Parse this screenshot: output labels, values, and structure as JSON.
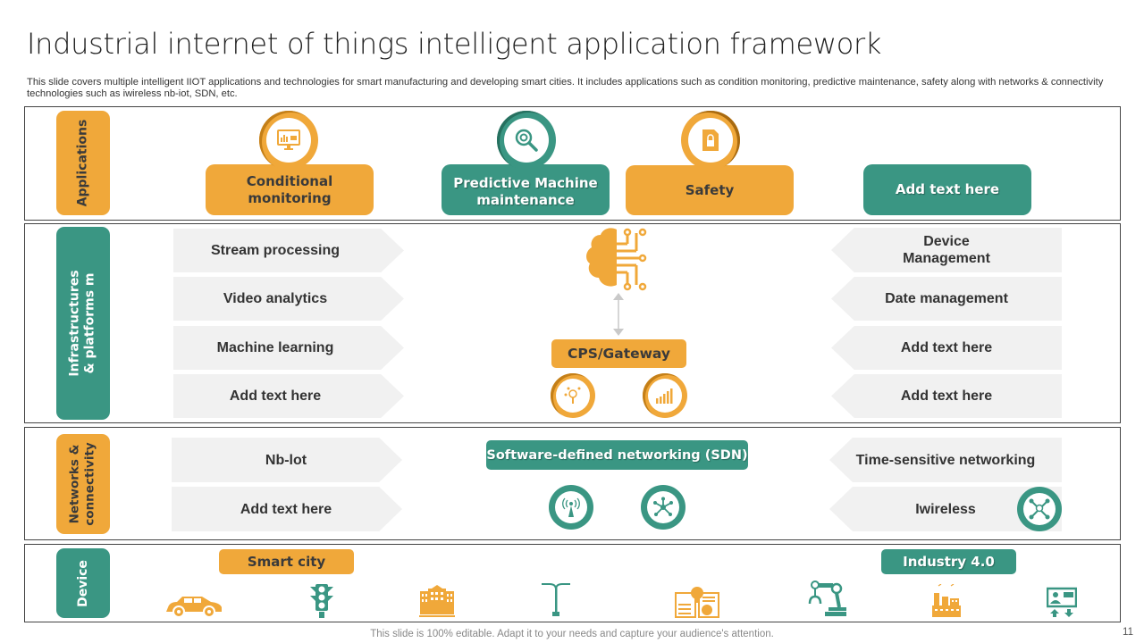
{
  "title": "Industrial internet of things intelligent application framework",
  "subtitle": "This slide covers multiple intelligent IIOT applications and technologies for smart manufacturing and developing smart cities. It includes applications such as condition monitoring, predictive maintenance, safety along with networks & connectivity technologies such as iwireless nb-iot, SDN, etc.",
  "colors": {
    "orange": "#F0A83A",
    "teal": "#3A9683",
    "chevron_bg": "#F1F1F1",
    "border": "#444444"
  },
  "sections": {
    "applications": {
      "label": "Applications",
      "items": [
        {
          "label": "Conditional monitoring",
          "color": "orange",
          "icon": "monitor-dashboard-icon"
        },
        {
          "label": "Predictive Machine maintenance",
          "color": "teal",
          "icon": "magnifier-gear-icon"
        },
        {
          "label": "Safety",
          "color": "orange",
          "icon": "locked-document-icon"
        },
        {
          "label": "Add text here",
          "color": "teal",
          "icon": null
        }
      ]
    },
    "infrastructure": {
      "label": "Infrastructures & platforms m",
      "left_items": [
        "Stream processing",
        "Video analytics",
        "Machine learning",
        "Add text here"
      ],
      "right_items": [
        "Device Management",
        "Date management",
        "Add text here",
        "Add text here"
      ],
      "center": {
        "icon": "brain-circuit-icon",
        "arrow": "bidirectional-arrow-icon",
        "gateway_label": "CPS/Gateway",
        "sub_icons": [
          "molecule-search-icon",
          "signal-bars-icon"
        ]
      }
    },
    "networks": {
      "label": "Networks & connectivity",
      "left_items": [
        "Nb-lot",
        "Add text here"
      ],
      "right_items": [
        "Time-sensitive networking",
        "Iwireless"
      ],
      "center": {
        "label": "Software-defined networking (SDN)",
        "icons": [
          "antenna-tower-icon",
          "network-hub-icon"
        ]
      },
      "right_icon": "user-network-icon"
    },
    "device": {
      "label": "Device",
      "smart_city_label": "Smart city",
      "industry_label": "Industry 4.0",
      "icons": [
        "car-icon",
        "traffic-light-icon",
        "building-icon",
        "street-lamp-icon",
        "idea-book-icon",
        "robotic-arm-icon",
        "factory-icon",
        "presentation-screen-icon"
      ]
    }
  },
  "footer": "This slide is 100% editable. Adapt it to your needs and capture your audience's attention.",
  "page_number": "11"
}
